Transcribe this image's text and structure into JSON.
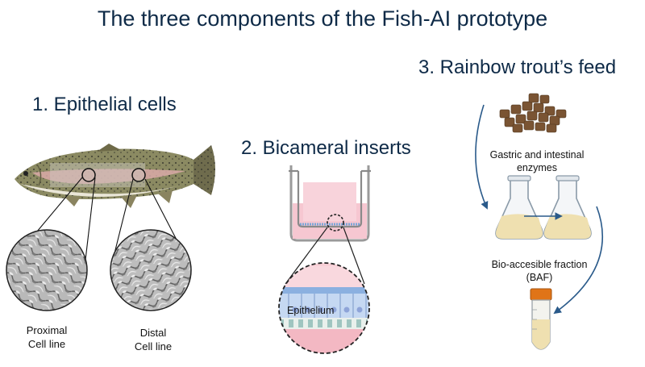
{
  "title": "The three components of the Fish-AI prototype",
  "sections": [
    {
      "heading": "1. Epithelial cells"
    },
    {
      "heading": "2. Bicameral inserts"
    },
    {
      "heading": "3. Rainbow trout’s feed"
    }
  ],
  "labels": {
    "proximal_line1": "Proximal",
    "proximal_line2": "Cell line",
    "distal_line1": "Distal",
    "distal_line2": "Cell line",
    "epithelium": "Epithelium",
    "enzymes_line1": "Gastric and intestinal",
    "enzymes_line2": "enzymes",
    "baf_line1": "Bio-accesible fraction",
    "baf_line2": "(BAF)"
  },
  "colors": {
    "title_text": "#0e2a47",
    "arrow": "#2a5a8a",
    "insert_medium": "#f6c7d1",
    "epithelium_cells": "#c5d8f2",
    "feed_pellets": "#7a5433",
    "tube_cap": "#e07418",
    "digest_liquid": "#efe0b0"
  },
  "icons": [
    "rainbow-trout-illustration",
    "cell-micrograph",
    "bicameral-insert-well",
    "erlenmeyer-flask",
    "feed-pellets",
    "centrifuge-tube"
  ]
}
